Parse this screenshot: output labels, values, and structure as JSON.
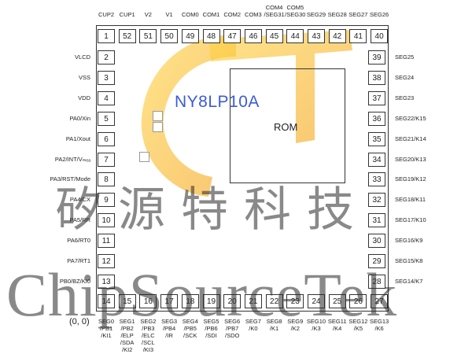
{
  "chip": {
    "name": "NY8LP10A",
    "rom_label": "ROM",
    "origin": "(0, 0)"
  },
  "watermark": {
    "text_cn": "矽源特科技",
    "text_en": "ChipSourceTek"
  },
  "colors": {
    "chip_name": "#3b5bd6",
    "logo_orange": "#f5a623",
    "logo_yellow": "#ffd54a"
  },
  "pins": {
    "top": [
      {
        "num": "1",
        "label": [
          "CUP2"
        ]
      },
      {
        "num": "52",
        "label": [
          "CUP1"
        ]
      },
      {
        "num": "51",
        "label": [
          "V2"
        ]
      },
      {
        "num": "50",
        "label": [
          "V1"
        ]
      },
      {
        "num": "49",
        "label": [
          "COM0"
        ]
      },
      {
        "num": "48",
        "label": [
          "COM1"
        ]
      },
      {
        "num": "47",
        "label": [
          "COM2"
        ]
      },
      {
        "num": "46",
        "label": [
          "COM3"
        ]
      },
      {
        "num": "45",
        "label": [
          "COM4",
          "/SEG31"
        ]
      },
      {
        "num": "44",
        "label": [
          "COM5",
          "/SEG30"
        ]
      },
      {
        "num": "43",
        "label": [
          "SEG29"
        ]
      },
      {
        "num": "42",
        "label": [
          "SEG28"
        ]
      },
      {
        "num": "41",
        "label": [
          "SEG27"
        ]
      },
      {
        "num": "40",
        "label": [
          "SEG26"
        ]
      }
    ],
    "left": [
      {
        "num": "2",
        "label": "VLCD"
      },
      {
        "num": "3",
        "label": "VSS"
      },
      {
        "num": "4",
        "label": "VDD"
      },
      {
        "num": "5",
        "label": "PA0/Xin"
      },
      {
        "num": "6",
        "label": "PA1/Xout"
      },
      {
        "num": "7",
        "label": "PA2/INT/Vₘₑₐ"
      },
      {
        "num": "8",
        "label": "PA3/RST/Mode"
      },
      {
        "num": "9",
        "label": "PA4/CX"
      },
      {
        "num": "10",
        "label": "PA5/RR"
      },
      {
        "num": "11",
        "label": "PA6/RT0"
      },
      {
        "num": "12",
        "label": "PA7/RT1"
      },
      {
        "num": "13",
        "label": "PB0/BZ/KI0"
      }
    ],
    "right": [
      {
        "num": "39",
        "label": "SEG25"
      },
      {
        "num": "38",
        "label": "SEG24"
      },
      {
        "num": "37",
        "label": "SEG23"
      },
      {
        "num": "36",
        "label": "SEG22/K15"
      },
      {
        "num": "35",
        "label": "SEG21/K14"
      },
      {
        "num": "34",
        "label": "SEG20/K13"
      },
      {
        "num": "33",
        "label": "SEG19/K12"
      },
      {
        "num": "32",
        "label": "SEG18/K11"
      },
      {
        "num": "31",
        "label": "SEG17/K10"
      },
      {
        "num": "30",
        "label": "SEG16/K9"
      },
      {
        "num": "29",
        "label": "SEG15/K8"
      },
      {
        "num": "28",
        "label": "SEG14/K7"
      }
    ],
    "bottom": [
      {
        "num": "14",
        "label": [
          "SEG0",
          "/PB1",
          "/KI1"
        ]
      },
      {
        "num": "15",
        "label": [
          "SEG1",
          "/PB2",
          "/ELP",
          "/SDA",
          "/KI2"
        ]
      },
      {
        "num": "16",
        "label": [
          "SEG2",
          "/PB3",
          "/ELC",
          "/SCL",
          "/KI3"
        ]
      },
      {
        "num": "17",
        "label": [
          "SEG3",
          "/PB4",
          "/IR"
        ]
      },
      {
        "num": "18",
        "label": [
          "SEG4",
          "/PB5",
          "/SCK"
        ]
      },
      {
        "num": "19",
        "label": [
          "SEG5",
          "/PB6",
          "/SDI"
        ]
      },
      {
        "num": "20",
        "label": [
          "SEG6",
          "/PB7",
          "/SDO"
        ]
      },
      {
        "num": "21",
        "label": [
          "SEG7",
          "/K0"
        ]
      },
      {
        "num": "22",
        "label": [
          "SEG8",
          "/K1"
        ]
      },
      {
        "num": "23",
        "label": [
          "SEG9",
          "/K2"
        ]
      },
      {
        "num": "24",
        "label": [
          "SEG10",
          "/K3"
        ]
      },
      {
        "num": "25",
        "label": [
          "SEG11",
          "/K4"
        ]
      },
      {
        "num": "26",
        "label": [
          "SEG12",
          "/K5"
        ]
      },
      {
        "num": "27",
        "label": [
          "SEG13",
          "/K6"
        ]
      }
    ]
  }
}
